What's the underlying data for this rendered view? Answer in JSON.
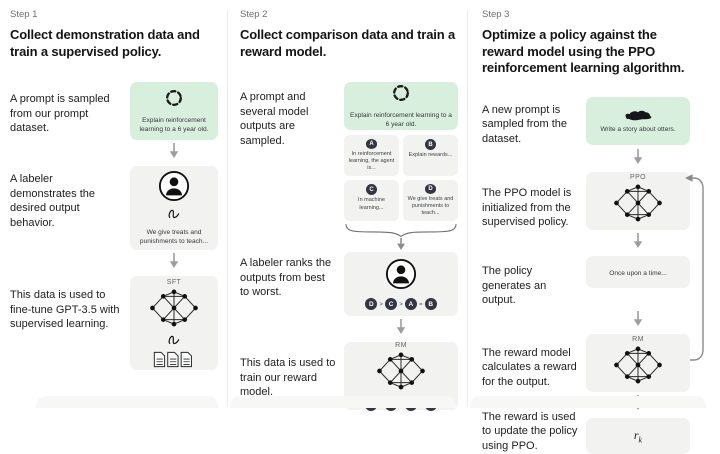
{
  "colors": {
    "green_box": "#d9efde",
    "gray_box": "#f2f2f0",
    "chip_dark": "#333541"
  },
  "steps": [
    {
      "step_label": "Step 1",
      "title": "Collect demonstration data and train a supervised policy.",
      "stages": {
        "prompt": {
          "desc": "A prompt is sampled from our prompt dataset.",
          "icon": "cycle-icon",
          "text": "Explain reinforcement learning to a 6 year old."
        },
        "labeler": {
          "desc": "A labeler demonstrates the desired output behavior.",
          "icon": "labeler-icon",
          "pen_icon": "pen-icon",
          "text": "We give treats and punishments to teach..."
        },
        "finetune": {
          "desc": "This data is used to fine-tune GPT-3.5 with supervised learning.",
          "model_label": "SFT",
          "icon": "neural-network-icon",
          "pen_icon": "pen-icon",
          "docs_icon": "documents-icon"
        }
      }
    },
    {
      "step_label": "Step 2",
      "title": "Collect comparison data and train a reward model.",
      "stages": {
        "prompt": {
          "desc": "A prompt and several model outputs are sampled.",
          "icon": "cycle-icon",
          "text": "Explain reinforcement learning to a 6 year old."
        },
        "outputs": [
          {
            "id": "A",
            "text": "In reinforcement learning, the agent is..."
          },
          {
            "id": "B",
            "text": "Explain rewards..."
          },
          {
            "id": "C",
            "text": "In machine learning..."
          },
          {
            "id": "D",
            "text": "We give treats and punishments to teach..."
          }
        ],
        "rank": {
          "desc": "A labeler ranks the outputs from best to worst.",
          "icon": "labeler-icon",
          "letters": [
            "D",
            "C",
            "A",
            "B"
          ],
          "separators": [
            ">",
            ">",
            "="
          ]
        },
        "train": {
          "desc": "This data is used to train our reward model.",
          "model_label": "RM",
          "icon": "neural-network-icon",
          "letters": [
            "D",
            "C",
            "A",
            "B"
          ],
          "separators": [
            ">",
            ">",
            "="
          ]
        }
      }
    },
    {
      "step_label": "Step 3",
      "title": "Optimize a policy against the reward model using the PPO reinforcement learning algorithm.",
      "stages": {
        "prompt": {
          "desc": "A new prompt is sampled from the dataset.",
          "icon": "otter-icon",
          "text": "Write a story about otters."
        },
        "ppo": {
          "desc": "The PPO model is initialized from the supervised policy.",
          "model_label": "PPO",
          "icon": "neural-network-icon"
        },
        "output": {
          "desc": "The policy generates an output.",
          "text": "Once upon a time..."
        },
        "reward": {
          "desc": "The reward model calculates a reward for the output.",
          "model_label": "RM",
          "icon": "neural-network-icon"
        },
        "update": {
          "desc": "The reward is used to update the policy using PPO.",
          "formula_base": "r",
          "formula_sub": "k"
        }
      }
    }
  ]
}
